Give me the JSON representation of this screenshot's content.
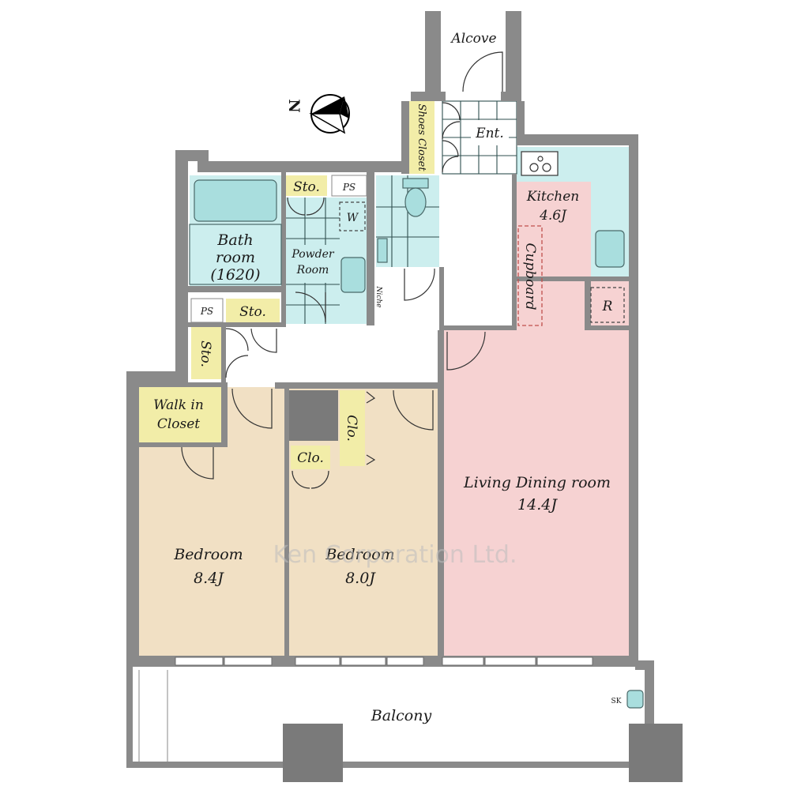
{
  "rooms": {
    "alcove": "Alcove",
    "shoes_closet": "Shoes Closet",
    "entrance": "Ent.",
    "kitchen": "Kitchen",
    "kitchen_size": "4.6J",
    "cupboard": "Cupboard",
    "refrigerator": "R",
    "storage_top": "Sto.",
    "ps_top": "PS",
    "washer": "W",
    "bath_line1": "Bath",
    "bath_line2": "room",
    "bath_line3": "(1620)",
    "powder_line1": "Powder",
    "powder_line2": "Room",
    "niche": "Niche",
    "ps_left": "PS",
    "storage_mid": "Sto.",
    "storage_side": "Sto.",
    "walkin_line1": "Walk in",
    "walkin_line2": "Closet",
    "closet_vertical": "Clo.",
    "closet_small": "Clo.",
    "bedroom1": "Bedroom",
    "bedroom1_size": "8.4J",
    "bedroom2": "Bedroom",
    "bedroom2_size": "8.0J",
    "living": "Living Dining room",
    "living_size": "14.4J",
    "balcony": "Balcony",
    "sink": "SK"
  },
  "compass_label": "N",
  "watermark": "Ken Corporation Ltd.",
  "colors": {
    "bedroom": "#f1e0c4",
    "living": "#f6d2d2",
    "kitchen": "#cceeee",
    "storage": "#f2eda8",
    "wet_area": "#cceeee",
    "wall": "#8a8a8a",
    "column": "#7a7a7a"
  }
}
